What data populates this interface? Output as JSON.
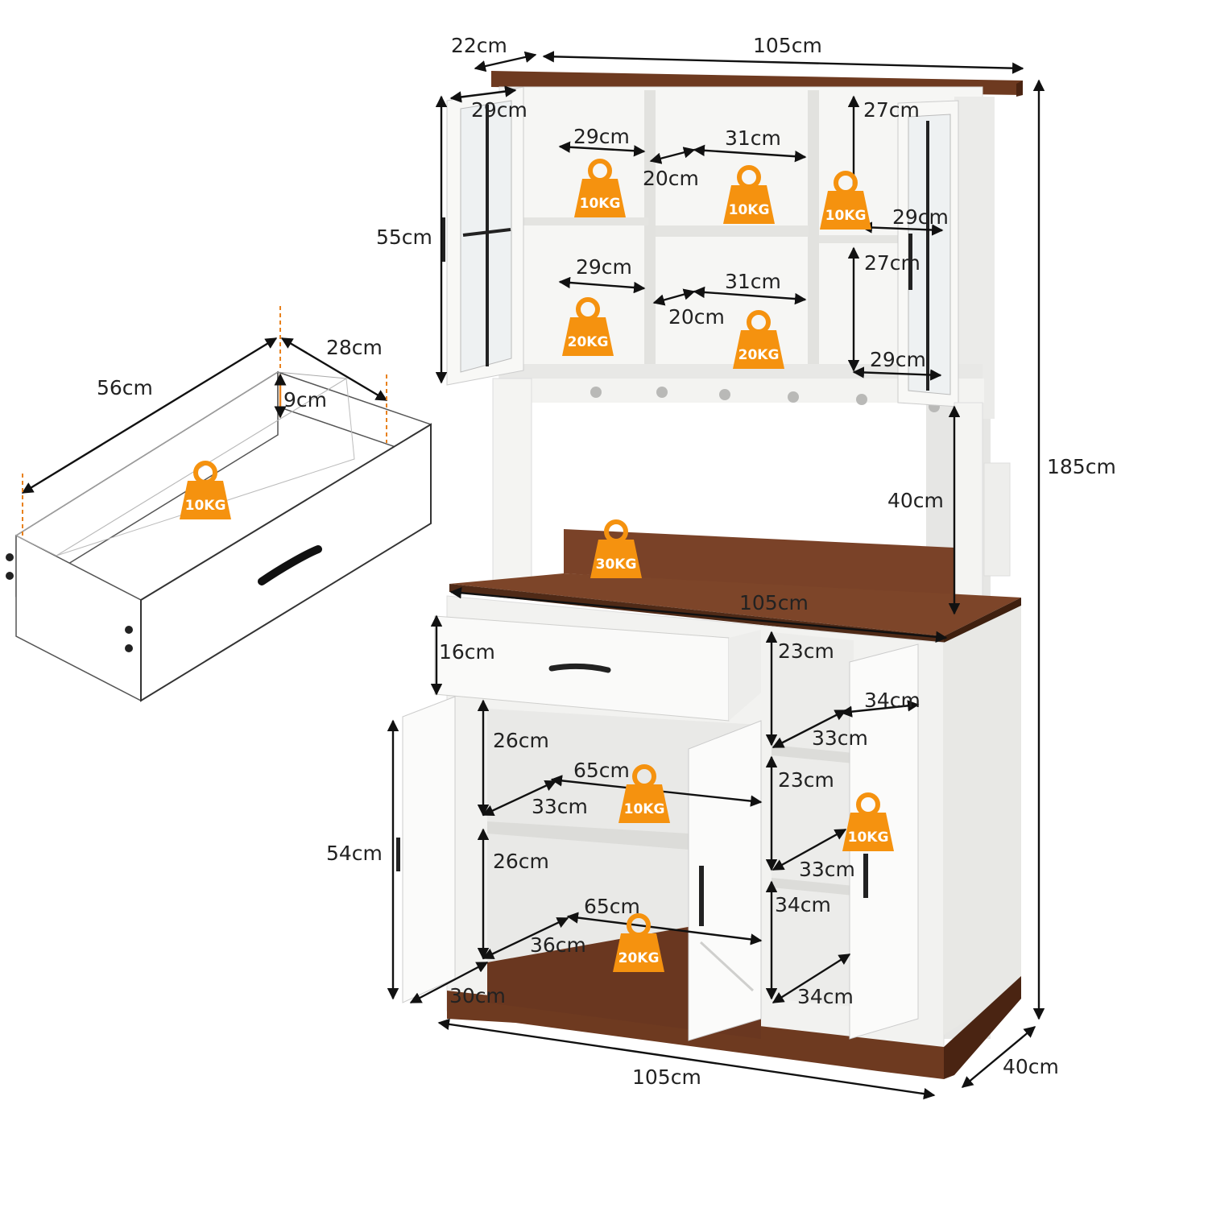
{
  "colors": {
    "walnut": "#6e3a20",
    "white_body": "#f6f6f4",
    "weight_badge": "#f5920f",
    "line": "#111111"
  },
  "dimensions": {
    "top_depth": "22cm",
    "top_width": "105cm",
    "total_height": "185cm",
    "hutch_height": "55cm",
    "hutch_door_width": "29cm",
    "shelf_upper_left_width": "29cm",
    "shelf_upper_mid_width": "31cm",
    "shelf_upper_depth": "20cm",
    "side_upper_height": "27cm",
    "side_upper_width": "29cm",
    "shelf_lower_left_width": "29cm",
    "shelf_lower_mid_width": "31cm",
    "shelf_lower_depth": "20cm",
    "side_lower_height": "27cm",
    "side_lower_width": "29cm",
    "open_gap_height": "40cm",
    "counter_width": "105cm",
    "drawer_height": "16cm",
    "right_top_height": "23cm",
    "right_top_width": "34cm",
    "right_top_depth": "33cm",
    "right_mid_height": "23cm",
    "right_mid_depth": "33cm",
    "right_bottom_height": "34cm",
    "right_bottom_depth": "34cm",
    "left_upper_height": "26cm",
    "left_upper_width": "65cm",
    "left_upper_depth": "33cm",
    "left_lower_height": "26cm",
    "left_lower_width": "65cm",
    "left_lower_depth": "36cm",
    "left_bottom_depth": "30cm",
    "base_height": "54cm",
    "base_width": "105cm",
    "base_depth": "40cm",
    "drawer_length": "56cm",
    "drawer_width": "28cm",
    "drawer_depth": "9cm"
  },
  "weights": {
    "hutch_upper_left": "10KG",
    "hutch_upper_mid": "10KG",
    "hutch_upper_right": "10KG",
    "hutch_lower_left": "20KG",
    "hutch_lower_mid": "20KG",
    "countertop": "30KG",
    "cabinet_upper_shelf": "10KG",
    "cabinet_right_shelf": "10KG",
    "cabinet_bottom": "20KG",
    "drawer_load": "10KG"
  }
}
